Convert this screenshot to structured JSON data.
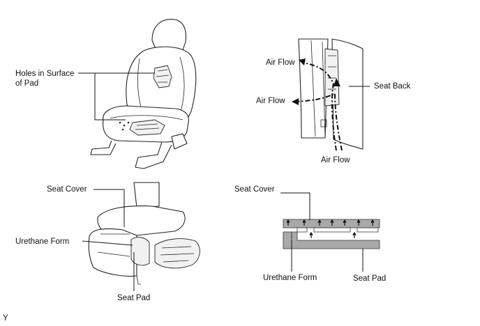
{
  "labels": {
    "holes_in_surface_line1": "Holes in Surface",
    "holes_in_surface_line2": "of Pad",
    "air_flow_top": "Air Flow",
    "air_flow_mid": "Air Flow",
    "air_flow_bottom": "Air Flow",
    "seat_back": "Seat Back",
    "seat_cover_left": "Seat Cover",
    "urethane_form_left": "Urethane Form",
    "seat_pad_left": "Seat Pad",
    "seat_cover_right": "Seat Cover",
    "urethane_form_right": "Urethane Form",
    "seat_pad_right": "Seat Pad",
    "corner_code": "Y"
  }
}
